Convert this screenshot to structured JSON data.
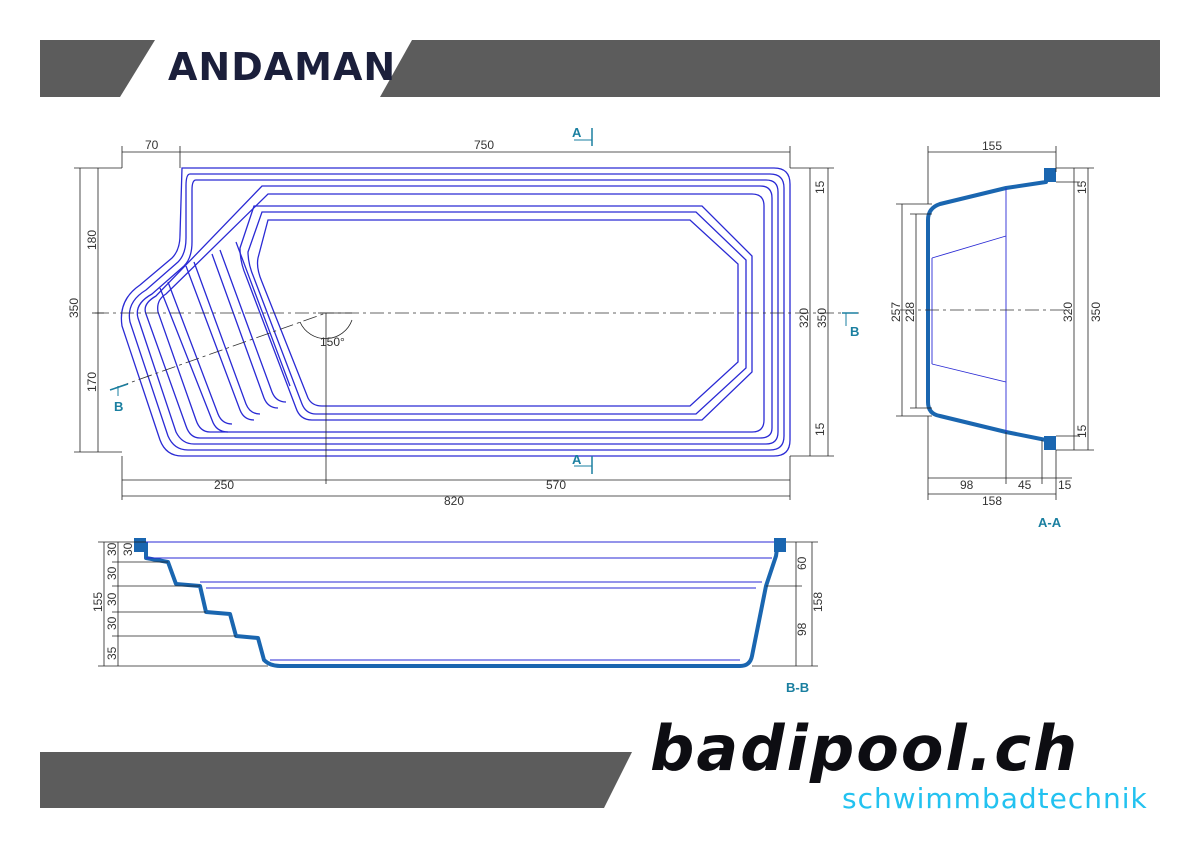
{
  "header": {
    "title": "ANDAMAN"
  },
  "plan": {
    "dims": {
      "top_left": "70",
      "top_length": "750",
      "left_total": "350",
      "left_upper": "180",
      "left_lower": "170",
      "right_inner": "320",
      "right_total": "350",
      "right_top": "15",
      "right_bottom": "15",
      "bottom_left": "250",
      "bottom_right": "570",
      "bottom_total": "820",
      "angle": "150°"
    },
    "markers": {
      "a_top": "A",
      "a_bottom": "A",
      "b_left": "B",
      "b_right": "B"
    }
  },
  "section_aa": {
    "label": "A-A",
    "dims": {
      "top": "155",
      "left_outer": "257",
      "left_inner": "228",
      "right_inner": "320",
      "right_outer": "350",
      "right_top": "15",
      "right_bottom": "15",
      "bottom_a": "98",
      "bottom_b": "45",
      "bottom_c": "15",
      "bottom_total": "158"
    }
  },
  "section_bb": {
    "label": "B-B",
    "dims": {
      "total_left": "155",
      "steps": [
        "30",
        "30",
        "30",
        "30",
        "35"
      ],
      "step_top": "30",
      "right_upper": "60",
      "right_lower": "98",
      "right_total": "158"
    }
  },
  "brand": {
    "name": "badipool.ch",
    "tagline": "schwimmbadtechnik"
  },
  "colors": {
    "banner": "#5c5c5c",
    "outline": "#2a2ad4",
    "shell": "#1a66b0",
    "tagline": "#23c2f0",
    "section_label": "#1a7fa0"
  }
}
